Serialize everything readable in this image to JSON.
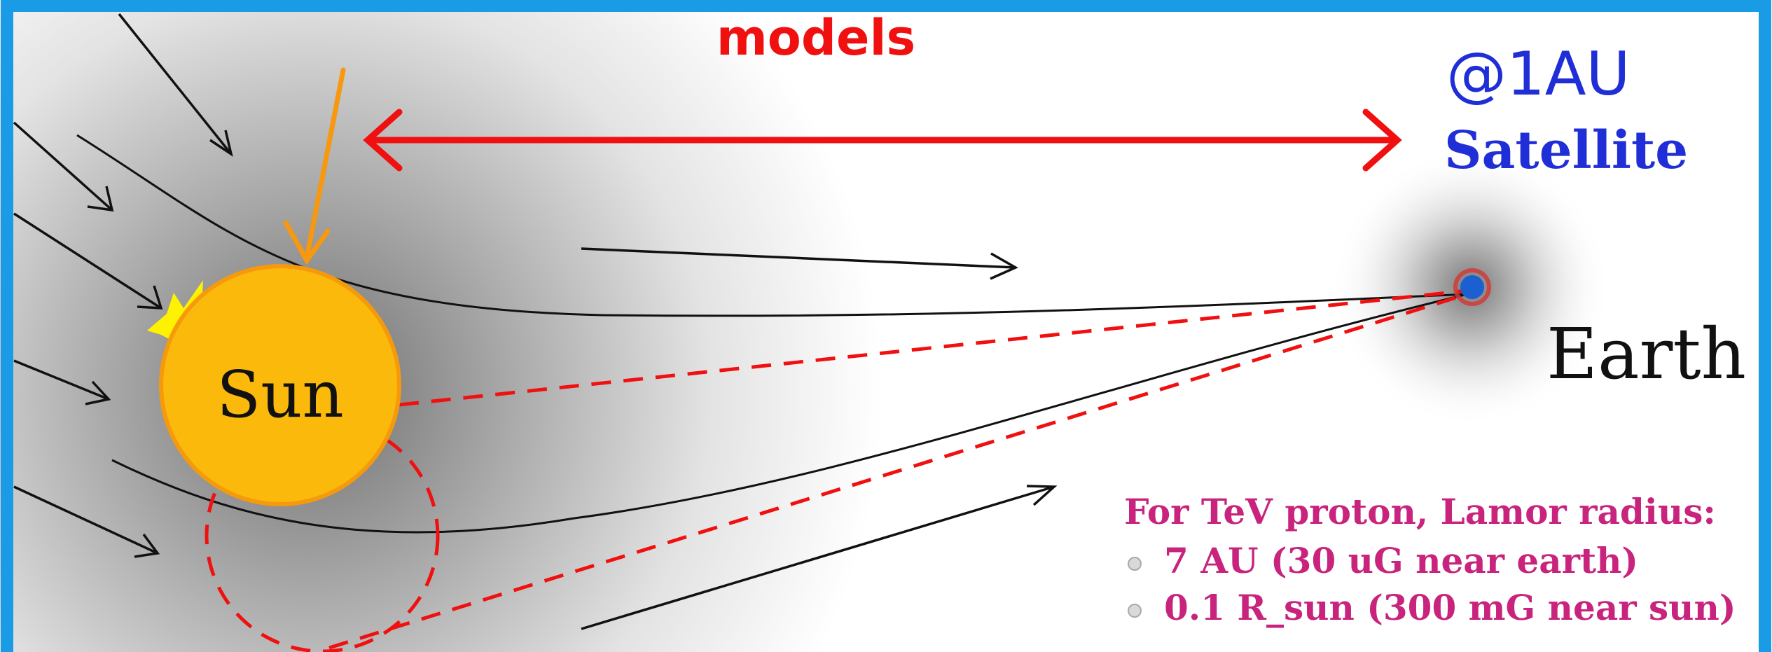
{
  "labels": {
    "models": "models",
    "au": "@1AU",
    "satellite": "Satellite",
    "earth": "Earth",
    "sun": "Sun"
  },
  "note": {
    "heading": "For TeV proton,  Lamor radius:",
    "items": [
      "7 AU  (30 uG near earth)",
      "0.1 R_sun (300 mG near sun)"
    ]
  },
  "colors": {
    "frame": "#1a9be6",
    "red": "#f01010",
    "orange": "#f7980f",
    "sun_fill": "#fbb90c",
    "sun_edge": "#f59a0c",
    "flare": "#fff200",
    "blue_text": "#1f2ed6",
    "note_text": "#c8247d",
    "earth_blue": "#1b5fd0",
    "earth_ring": "#d13a3a"
  }
}
